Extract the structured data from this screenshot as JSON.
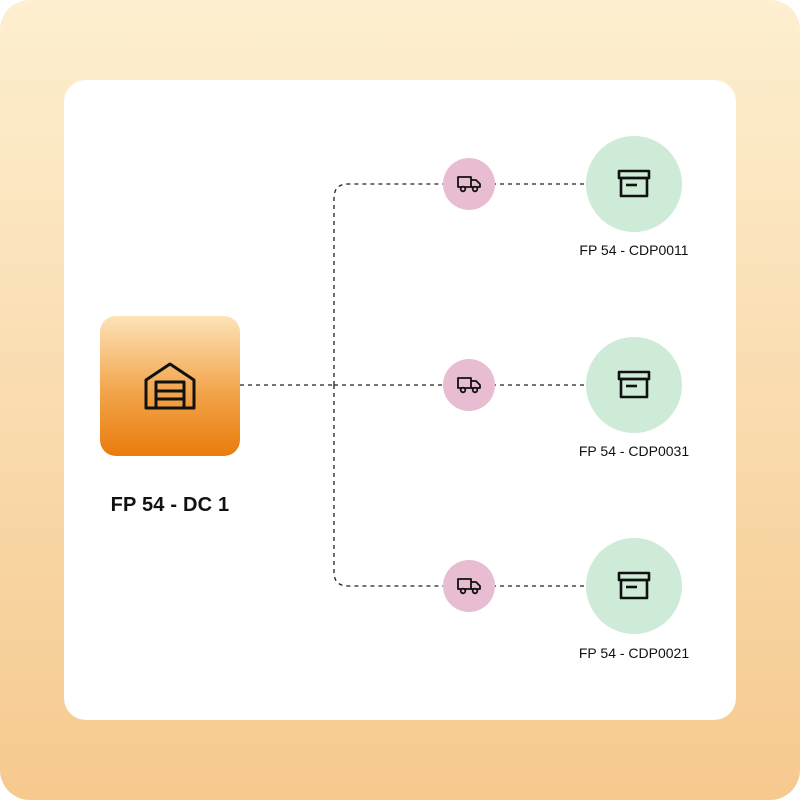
{
  "distribution_center": {
    "label": "FP 54 - DC 1",
    "icon": "warehouse-icon"
  },
  "routes": [
    {
      "transport_icon": "truck-icon",
      "destination": {
        "label": "FP 54 - CDP0011",
        "icon": "store-icon"
      }
    },
    {
      "transport_icon": "truck-icon",
      "destination": {
        "label": "FP 54 - CDP0031",
        "icon": "store-icon"
      }
    },
    {
      "transport_icon": "truck-icon",
      "destination": {
        "label": "FP 54 - CDP0021",
        "icon": "store-icon"
      }
    }
  ],
  "colors": {
    "background": "#f6c98e",
    "card": "#ffffff",
    "dc_gradient_top": "#fde3b8",
    "dc_gradient_bottom": "#e87c0c",
    "truck_circle": "#e8bdd1",
    "store_circle": "#cdebd6",
    "connector": "#222222"
  }
}
